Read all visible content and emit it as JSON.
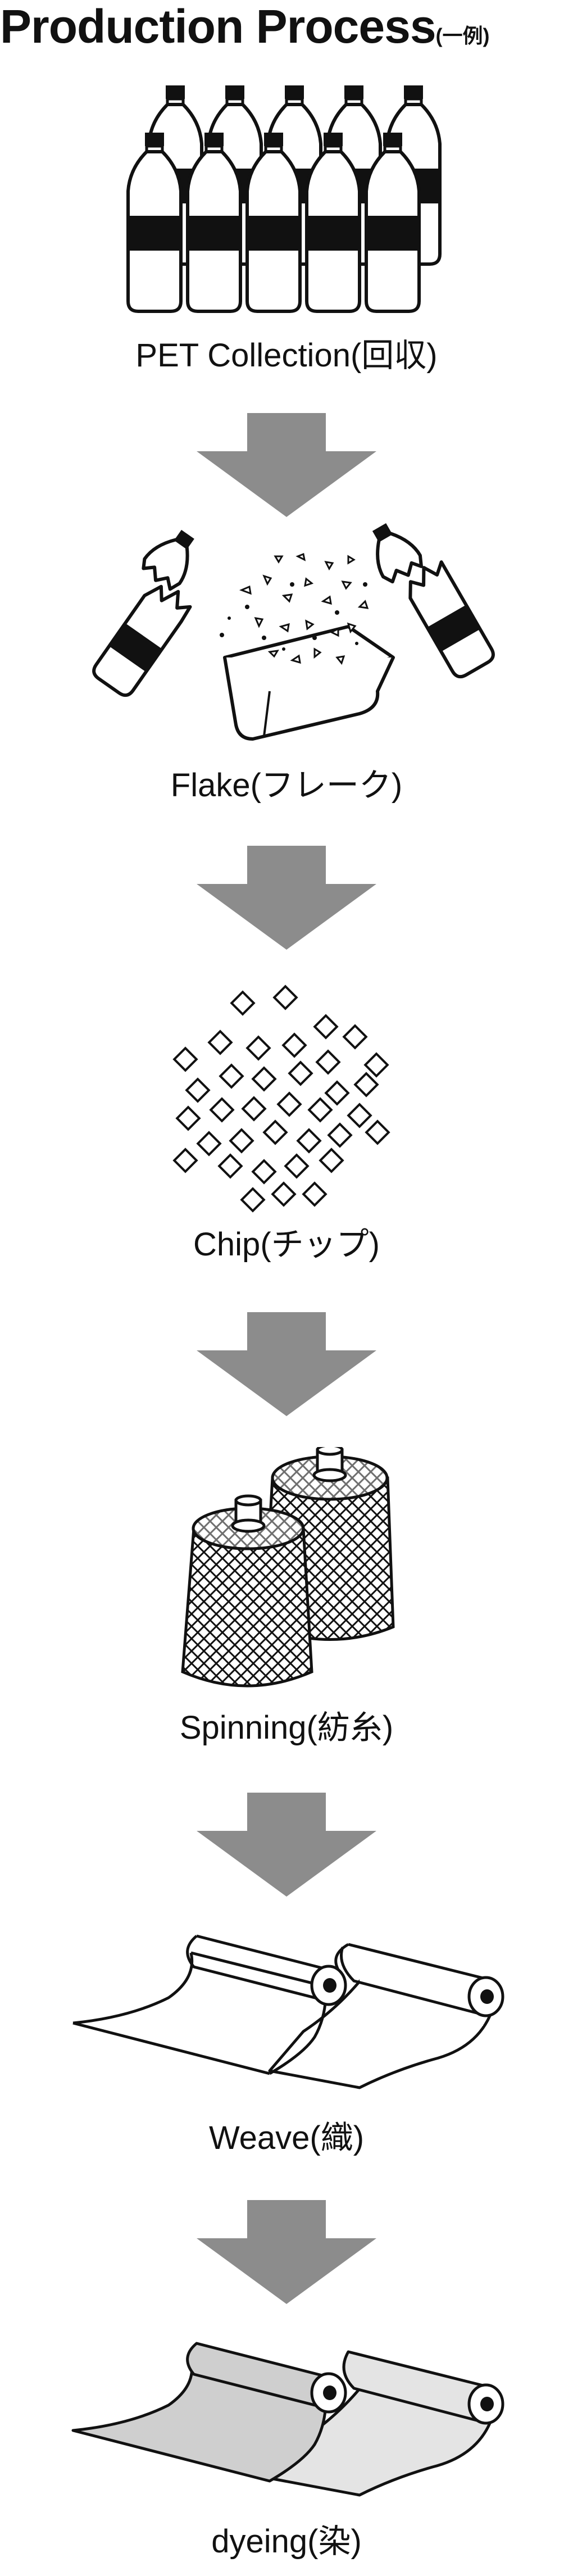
{
  "title": {
    "main": "Production Process",
    "sub": "(一例)"
  },
  "steps": [
    {
      "label": "PET Collection(回収)",
      "icon": "pet-bottles-icon"
    },
    {
      "label": "Flake(フレーク)",
      "icon": "flake-icon"
    },
    {
      "label": "Chip(チップ)",
      "icon": "chip-icon"
    },
    {
      "label": "Spinning(紡糸)",
      "icon": "yarn-spool-icon"
    },
    {
      "label": "Weave(織)",
      "icon": "fabric-roll-icon"
    },
    {
      "label": "dyeing(染)",
      "icon": "dyed-fabric-roll-icon"
    }
  ],
  "colors": {
    "arrow": "#8c8c8c",
    "ink": "#111111",
    "dye_light": "#cfcfcf"
  }
}
